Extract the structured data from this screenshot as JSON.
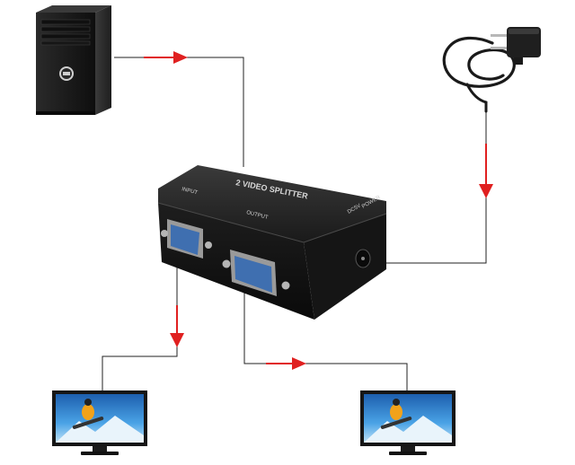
{
  "colors": {
    "wire": "#222222",
    "arrow": "#e02020",
    "device_body": "#1c1c1c",
    "vga_port": "#3f6fb0",
    "screen_sky": "#3a8fd6"
  },
  "icons": {
    "computer": "tower-pc-icon",
    "power": "ac-adapter-icon",
    "splitter": "vga-splitter-icon",
    "monitor": "monitor-icon"
  },
  "device": {
    "brand_text": "2 VIDEO SPLITTER",
    "input_label": "INPUT",
    "output_label": "OUTPUT",
    "dc_label": "DC5V",
    "power_label": "POWER"
  }
}
